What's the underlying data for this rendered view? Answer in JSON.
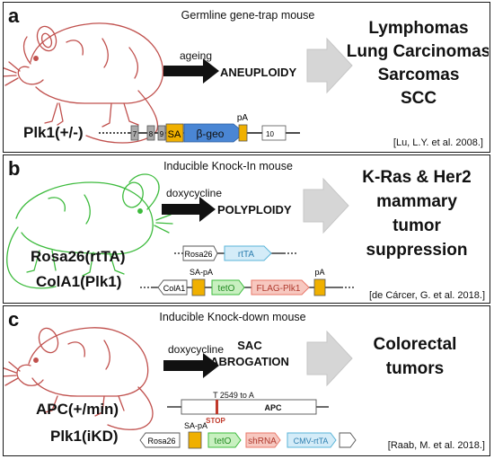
{
  "colors": {
    "mouse_red": "#c0504d",
    "mouse_green": "#3dbb3d",
    "sa_orange": "#f0b000",
    "beta_geo_blue": "#4a86d4",
    "rtta_cyan": "#5ab4d8",
    "teto_green": "#6fcf6f",
    "flag_red": "#e8786a",
    "gray_arrow": "#d6d6d6"
  },
  "panel_a": {
    "letter": "a",
    "title": "Germline gene-trap mouse",
    "arrow_label": "ageing",
    "phenotype": "ANEUPLOIDY",
    "outcomes": [
      "Lymphomas",
      "Lung Carcinomas",
      "Sarcomas",
      "SCC"
    ],
    "genotype": "Plk1(+/-)",
    "construct": {
      "exon7": "7",
      "exon8": "8",
      "exon9": "9",
      "sa": "SA",
      "cassette": "β-geo",
      "pa": "pA",
      "exon10": "10"
    },
    "citation": "[Lu, L.Y. et al. 2008.]"
  },
  "panel_b": {
    "letter": "b",
    "title": "Inducible Knock-In mouse",
    "arrow_label": "doxycycline",
    "phenotype": "POLYPLOIDY",
    "outcomes": [
      "K-Ras & Her2",
      "mammary",
      "tumor",
      "suppression"
    ],
    "genotypes": [
      "Rosa26(rtTA)",
      "ColA1(Plk1)"
    ],
    "construct1": {
      "promoter": "Rosa26",
      "gene": "rtTA"
    },
    "construct2": {
      "locus": "ColA1",
      "sa_pa": "SA-pA",
      "teto": "tetO",
      "gene": "FLAG-Plk1",
      "pa": "pA"
    },
    "citation": "[de Cárcer, G. et al. 2018.]"
  },
  "panel_c": {
    "letter": "c",
    "title": "Inducible Knock-down mouse",
    "arrow_label": "doxycycline",
    "phenotype_lines": [
      "SAC",
      "ABROGATION"
    ],
    "outcomes": [
      "Colorectal",
      "tumors"
    ],
    "genotypes": [
      "APC(+/min)",
      "Plk1(iKD)"
    ],
    "apc_construct": {
      "mutation": "T 2549 to A",
      "gene": "APC",
      "stop": "STOP"
    },
    "construct2": {
      "promoter": "Rosa26",
      "sa_pa": "SA-pA",
      "teto": "tetO",
      "shrna": "shRNA",
      "rtta": "CMV-rtTA"
    },
    "citation": "[Raab, M. et al. 2018.]"
  }
}
